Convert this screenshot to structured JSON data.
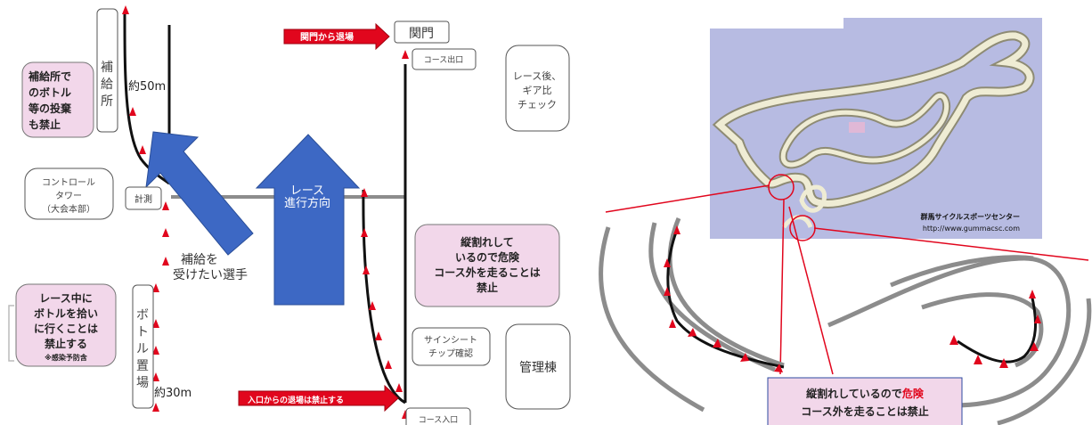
{
  "left_diagram": {
    "supply_ban_note": [
      "補給所で",
      "のボトル",
      "等の投棄",
      "も禁止"
    ],
    "supply_station": [
      "補",
      "給",
      "所"
    ],
    "distance_50m": "約50m",
    "control_tower": [
      "コントロール",
      "タワー",
      "（大会本部）"
    ],
    "timing_box": "計測",
    "supply_rider_label": [
      "補給を",
      "受けたい選手"
    ],
    "race_direction": [
      "レース",
      "進行方向"
    ],
    "bottle_ban_note": [
      "レース中に",
      "ボトルを拾い",
      "に行くことは",
      "禁止する"
    ],
    "infection_note": "※感染予防含",
    "bottle_area": [
      "ボ",
      "ト",
      "ル",
      "置",
      "場"
    ],
    "distance_30m": "約30m",
    "gate_exit_arrow": "関門から退場",
    "gate_box": "関門",
    "course_exit_box": "コース出口",
    "gear_check_box": [
      "レース後、",
      "ギア比",
      "チェック"
    ],
    "danger_note": [
      "縦割れして",
      "いるので危険",
      "コース外を走ることは",
      "禁止"
    ],
    "signsheet_box": [
      "サインシート",
      "チップ確認"
    ],
    "admin_building": "管理棟",
    "entrance_arrow": "入口からの退場は禁止する",
    "course_entrance_box": "コース入口"
  },
  "right_diagram": {
    "map_title": "群馬サイクルスポーツセンター",
    "map_url": "http://www.gummacsc.com",
    "warning_line1_prefix": "縦割れしているので",
    "warning_line1_red": "危険",
    "warning_line2": "コース外を走ることは禁止"
  },
  "colors": {
    "pink_box": "#f2d7ea",
    "blue_arrow": "#3d68c4",
    "red_arrow": "#e1061d",
    "map_bg": "#b7bbe2",
    "gray_line": "#888888"
  }
}
